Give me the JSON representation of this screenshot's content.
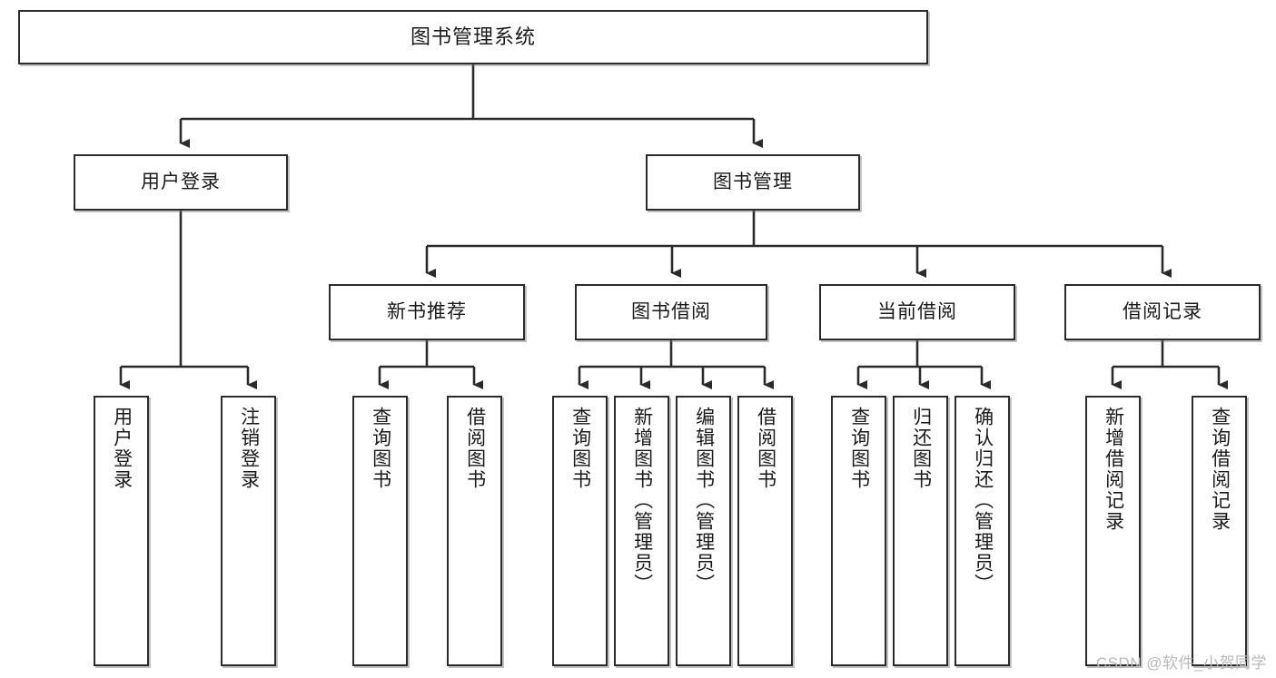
{
  "diagram": {
    "title": "图书管理系统",
    "type": "hierarchy-tree",
    "colors": {
      "box_border": "#2b2b2b",
      "box_fill": "#ffffff",
      "connector": "#2b2b2b",
      "text": "#1a1a1a",
      "watermark": "#b9b9b9"
    },
    "root": {
      "label": "图书管理系统"
    },
    "level1": [
      {
        "label": "用户登录"
      },
      {
        "label": "图书管理"
      }
    ],
    "level2": [
      {
        "label": "新书推荐"
      },
      {
        "label": "图书借阅"
      },
      {
        "label": "当前借阅"
      },
      {
        "label": "借阅记录"
      }
    ],
    "leaves": {
      "user_login": [
        {
          "label": "用户登录"
        },
        {
          "label": "注销登录"
        }
      ],
      "new_book_recommend": [
        {
          "label": "查询图书"
        },
        {
          "label": "借阅图书"
        }
      ],
      "book_borrow": [
        {
          "label": "查询图书"
        },
        {
          "label": "新增图书（管理员）"
        },
        {
          "label": "编辑图书（管理员）"
        },
        {
          "label": "借阅图书"
        }
      ],
      "current_borrow": [
        {
          "label": "查询图书"
        },
        {
          "label": "归还图书"
        },
        {
          "label": "确认归还（管理员）"
        }
      ],
      "borrow_record": [
        {
          "label": "新增借阅记录"
        },
        {
          "label": "查询借阅记录"
        }
      ]
    }
  },
  "watermark": {
    "text": "CSDN @软件_小贺同学"
  }
}
